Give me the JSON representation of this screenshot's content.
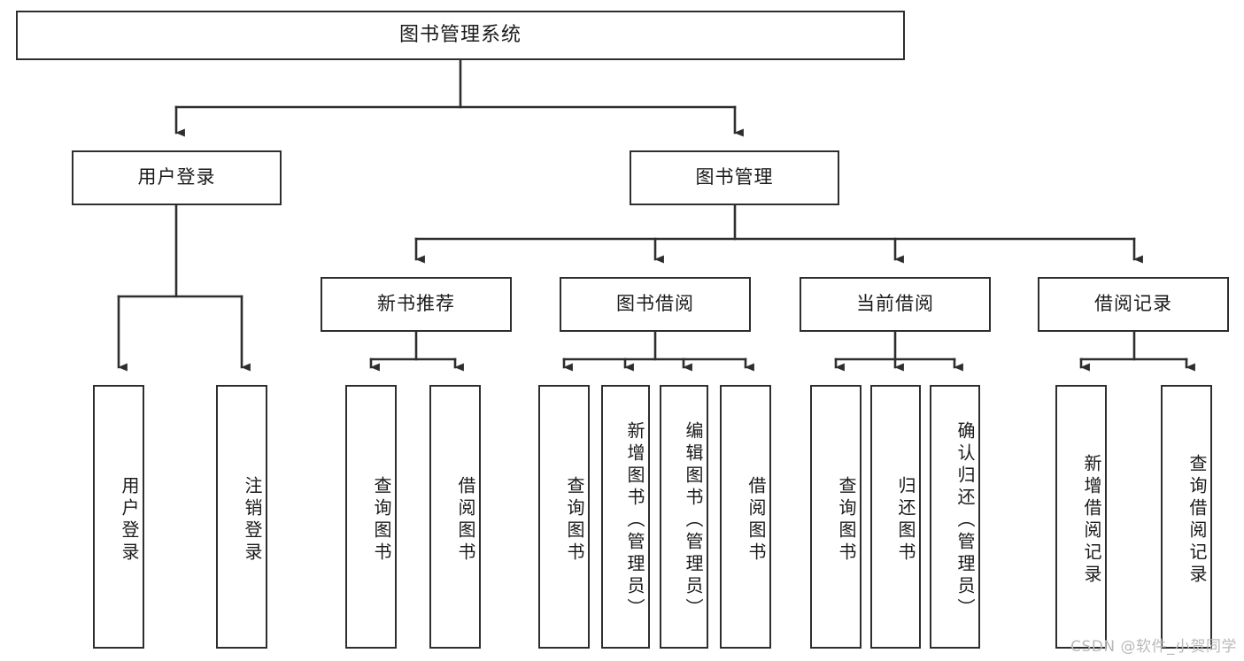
{
  "diagram": {
    "title": "图书管理系统",
    "watermark": "CSDN @软件_小贺同学",
    "line_color": "#2e2e2e",
    "box_fill": "#ffffff",
    "text_color": "#1a1a1a",
    "watermark_color": "#b9b9b9",
    "root": {
      "label": "图书管理系统",
      "children": [
        {
          "label": "用户登录",
          "children": [
            {
              "label": "用户登录"
            },
            {
              "label": "注销登录"
            }
          ]
        },
        {
          "label": "图书管理",
          "children": [
            {
              "label": "新书推荐",
              "children": [
                {
                  "label": "查询图书"
                },
                {
                  "label": "借阅图书"
                }
              ]
            },
            {
              "label": "图书借阅",
              "children": [
                {
                  "label": "查询图书"
                },
                {
                  "label": "新增图书（管理员）"
                },
                {
                  "label": "编辑图书（管理员）"
                },
                {
                  "label": "借阅图书"
                }
              ]
            },
            {
              "label": "当前借阅",
              "children": [
                {
                  "label": "查询图书"
                },
                {
                  "label": "归还图书"
                },
                {
                  "label": "确认归还（管理员）"
                }
              ]
            },
            {
              "label": "借阅记录",
              "children": [
                {
                  "label": "新增借阅记录"
                },
                {
                  "label": "查询借阅记录"
                }
              ]
            }
          ]
        }
      ]
    },
    "nodes": {
      "root": "图书管理系统",
      "l2_user_login": "用户登录",
      "l2_book_mgmt": "图书管理",
      "l3_new_book_rec": "新书推荐",
      "l3_book_borrow": "图书借阅",
      "l3_current_borrow": "当前借阅",
      "l3_borrow_record": "借阅记录",
      "leaf_user_login": "用户登录",
      "leaf_logout": "注销登录",
      "leaf_query_book_a": "查询图书",
      "leaf_borrow_book_a": "借阅图书",
      "leaf_query_book_b": "查询图书",
      "leaf_add_book": "新增图书（管理员）",
      "leaf_edit_book": "编辑图书（管理员）",
      "leaf_borrow_book_b": "借阅图书",
      "leaf_query_book_c": "查询图书",
      "leaf_return_book": "归还图书",
      "leaf_confirm_return": "确认归还（管理员）",
      "leaf_add_record": "新增借阅记录",
      "leaf_query_record": "查询借阅记录"
    }
  }
}
